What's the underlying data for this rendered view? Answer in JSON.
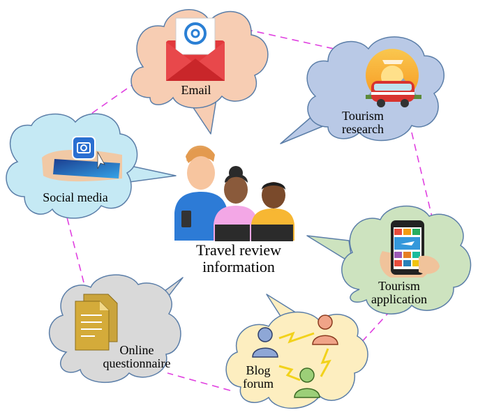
{
  "center": {
    "line1": "Travel review",
    "line2": "information"
  },
  "sources": {
    "email": {
      "label": "Email",
      "fill": "#f7cdb3"
    },
    "tourism_research": {
      "line1": "Tourism",
      "line2": "research",
      "fill": "#b9c9e6"
    },
    "social_media": {
      "label": "Social media",
      "fill": "#c5e9f4"
    },
    "tourism_application": {
      "line1": "Tourism",
      "line2": "application",
      "fill": "#cde3bf"
    },
    "online_questionnaire": {
      "line1": "Online",
      "line2": "questionnaire",
      "fill": "#d9d9d9"
    },
    "blog_forum": {
      "line1": "Blog",
      "line2": "forum",
      "fill": "#fdeec0"
    }
  },
  "colors": {
    "connector": "#e040e0",
    "cloud_stroke": "#5b7ea8"
  }
}
